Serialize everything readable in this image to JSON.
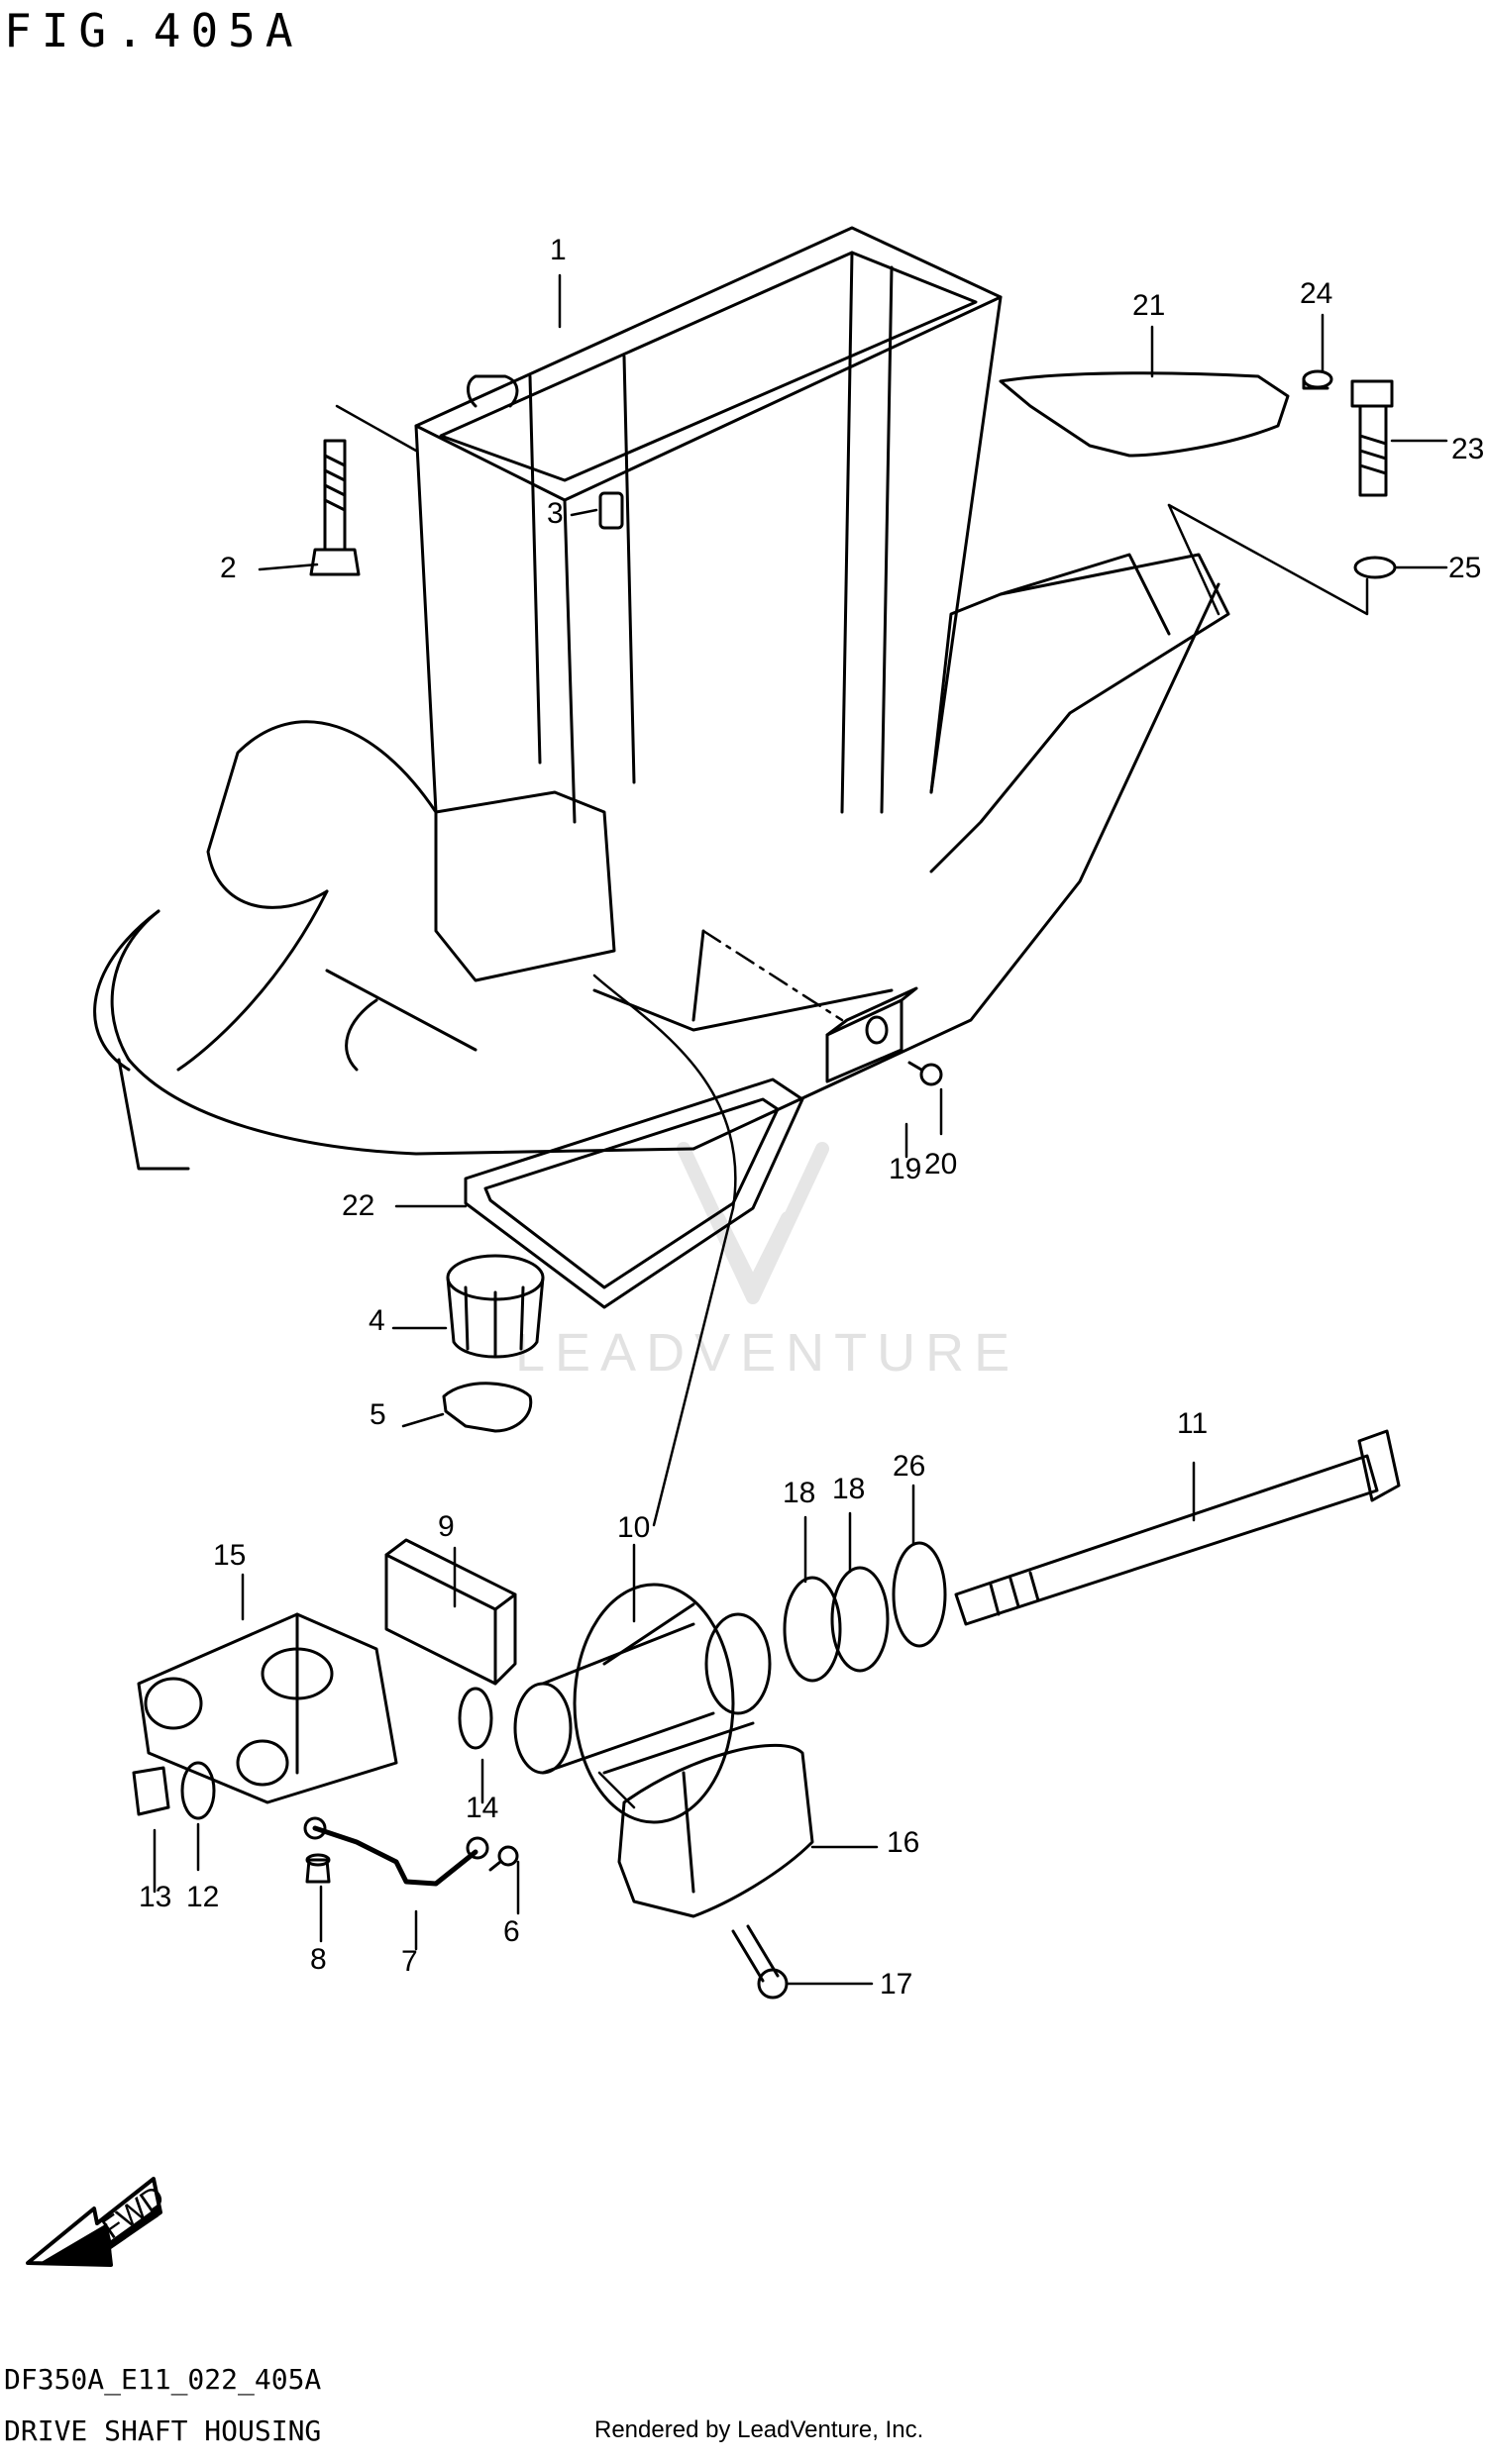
{
  "figure": {
    "title": "FIG.405A",
    "model_code": "DF350A_E11_022_405A",
    "caption": "DRIVE SHAFT HOUSING",
    "rendered_by": "Rendered by LeadVenture, Inc.",
    "watermark": "LEADVENTURE",
    "fwd_label": "FWD"
  },
  "callouts": [
    {
      "label": "1"
    },
    {
      "label": "2"
    },
    {
      "label": "3"
    },
    {
      "label": "4"
    },
    {
      "label": "5"
    },
    {
      "label": "6"
    },
    {
      "label": "7"
    },
    {
      "label": "8"
    },
    {
      "label": "9"
    },
    {
      "label": "10"
    },
    {
      "label": "11"
    },
    {
      "label": "12"
    },
    {
      "label": "13"
    },
    {
      "label": "14"
    },
    {
      "label": "15"
    },
    {
      "label": "16"
    },
    {
      "label": "17"
    },
    {
      "label": "18"
    },
    {
      "label": "18"
    },
    {
      "label": "19"
    },
    {
      "label": "20"
    },
    {
      "label": "21"
    },
    {
      "label": "22"
    },
    {
      "label": "23"
    },
    {
      "label": "24"
    },
    {
      "label": "25"
    },
    {
      "label": "26"
    }
  ]
}
